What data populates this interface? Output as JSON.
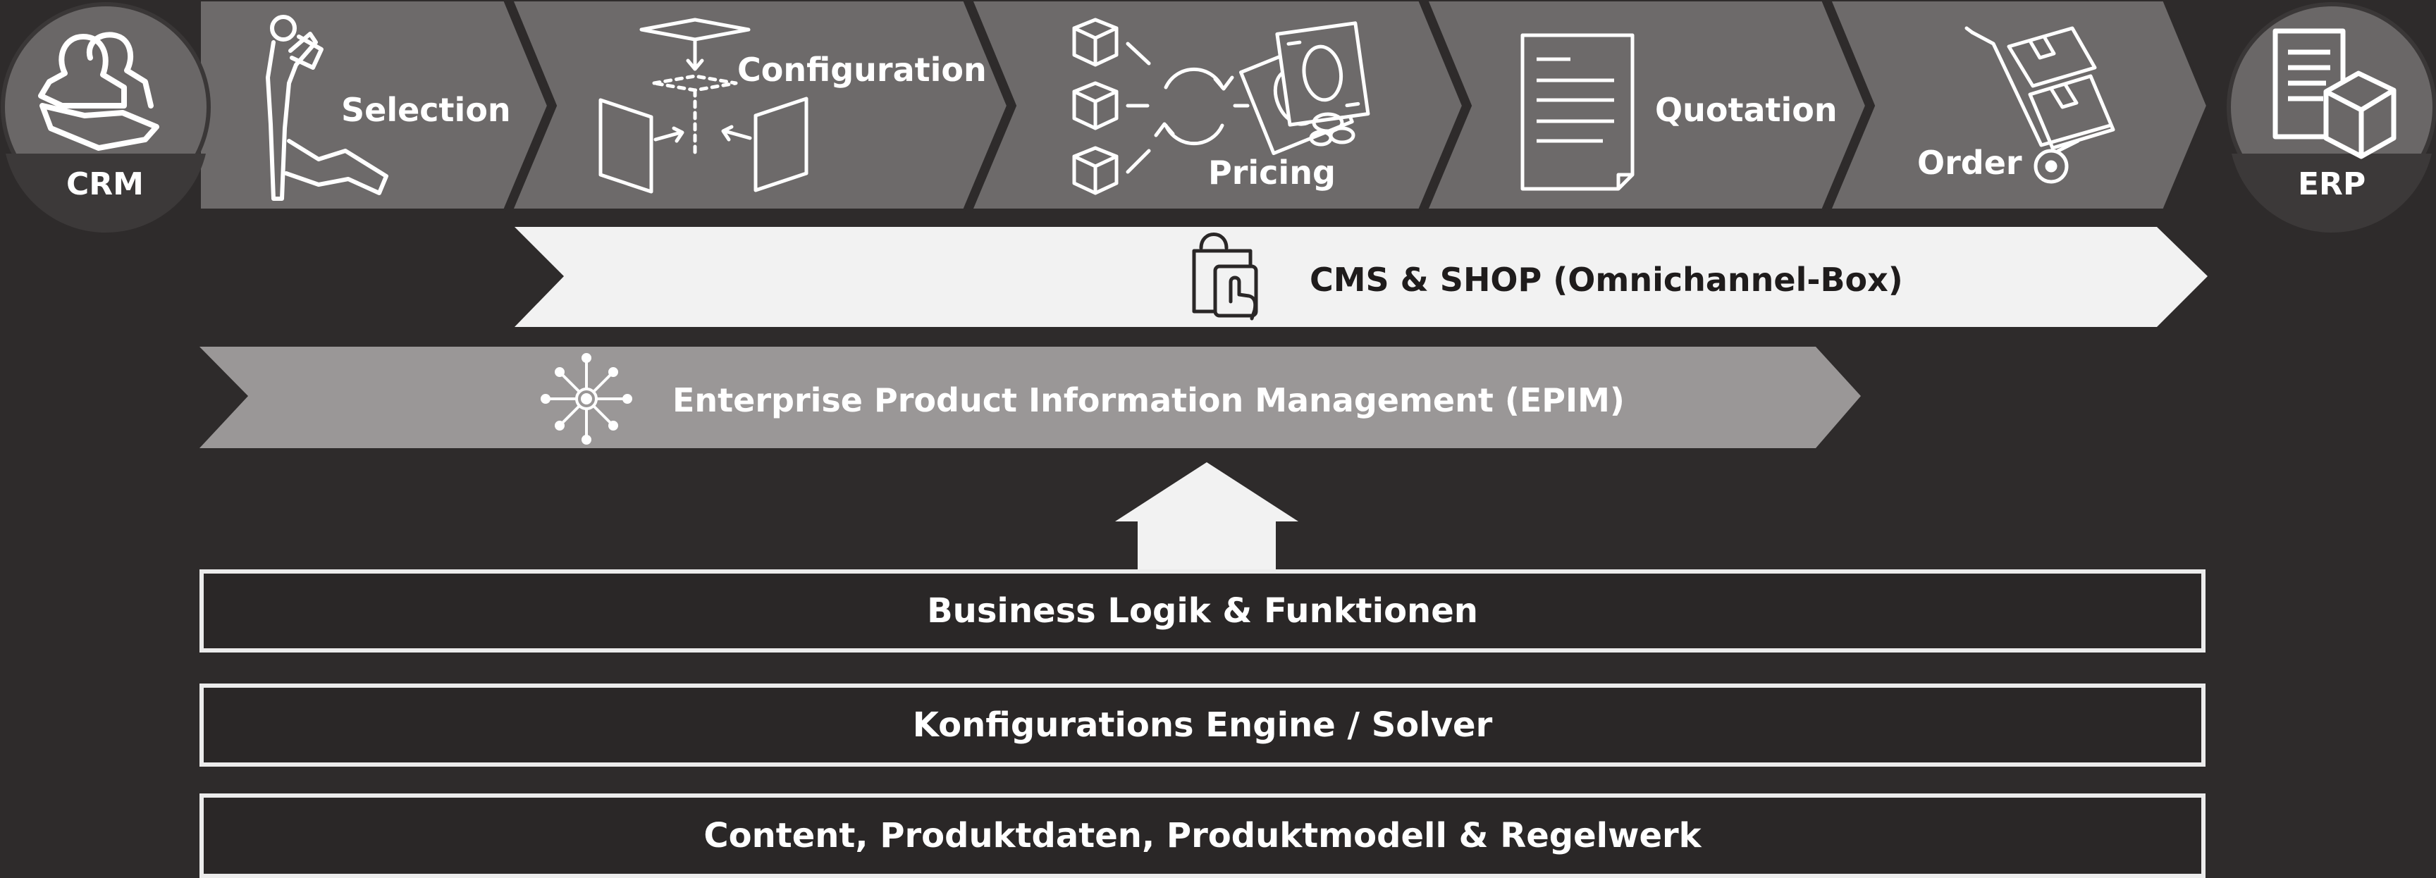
{
  "crm": {
    "label": "CRM"
  },
  "erp": {
    "label": "ERP"
  },
  "process_steps": [
    {
      "label": "Selection"
    },
    {
      "label": "Configuration"
    },
    {
      "label": "Pricing"
    },
    {
      "label": "Quotation"
    },
    {
      "label": "Order"
    }
  ],
  "cms_shop": {
    "label": "CMS & SHOP (Omnichannel-Box)"
  },
  "epim": {
    "label": "Enterprise Product Information Management (EPIM)"
  },
  "layers": [
    {
      "label": "Business Logik & Funktionen"
    },
    {
      "label": "Konfigurations Engine / Solver"
    },
    {
      "label": "Content, Produktdaten, Produktmodell & Regelwerk"
    }
  ],
  "colors": {
    "background": "#2e2b2b",
    "step_chevron": "#6d6a6a",
    "cms_band": "#f2f2f2",
    "epim_band": "#9a9797",
    "layer_border": "#ececec"
  },
  "icons": {
    "crm": "person-group-icon",
    "selection": "person-pointing-icon",
    "configuration": "assembly-icon",
    "pricing": "cubes-cycle-money-icon",
    "quotation": "document-icon",
    "order": "hand-truck-icon",
    "erp": "document-box-icon",
    "cms_shop": "shopping-bag-tablet-icon",
    "epim": "network-node-icon",
    "up_arrow": "up-arrow-icon"
  }
}
